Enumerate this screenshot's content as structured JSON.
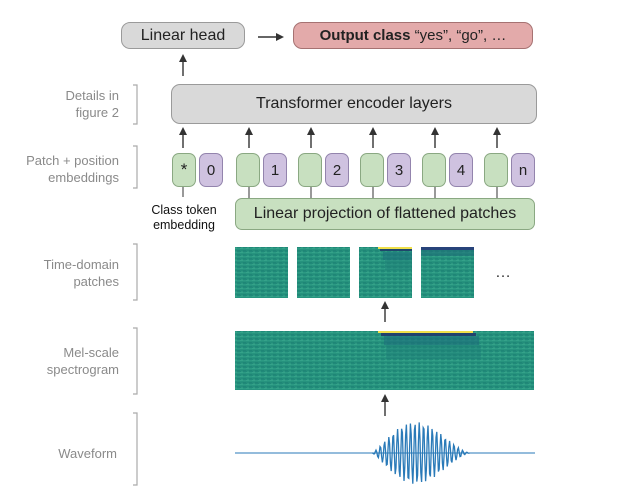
{
  "side_labels": {
    "details": [
      "Details in",
      "figure 2"
    ],
    "embeddings": [
      "Patch + position",
      "embeddings"
    ],
    "patches": [
      "Time-domain",
      "patches"
    ],
    "spectrogram": [
      "Mel-scale",
      "spectrogram"
    ],
    "waveform": "Waveform"
  },
  "linear_head": "Linear head",
  "output": {
    "bold": "Output class",
    "rest": " “yes”, “go”, …"
  },
  "transformer": "Transformer encoder layers",
  "projection": "Linear projection of flattened patches",
  "class_token_label": [
    "Class token",
    "embedding"
  ],
  "class_token_symbol": "*",
  "tokens": [
    "0",
    "1",
    "2",
    "3",
    "4",
    "n"
  ],
  "ellipsis": "…",
  "colors": {
    "gray_box": "#d9d9d9",
    "output_box": "#e3aaaa",
    "patch_embedding": "#c8e0c0",
    "position_embedding": "#cfc2e0",
    "spectrogram_base": "#2a9a80",
    "waveform": "#2a7ab8"
  }
}
